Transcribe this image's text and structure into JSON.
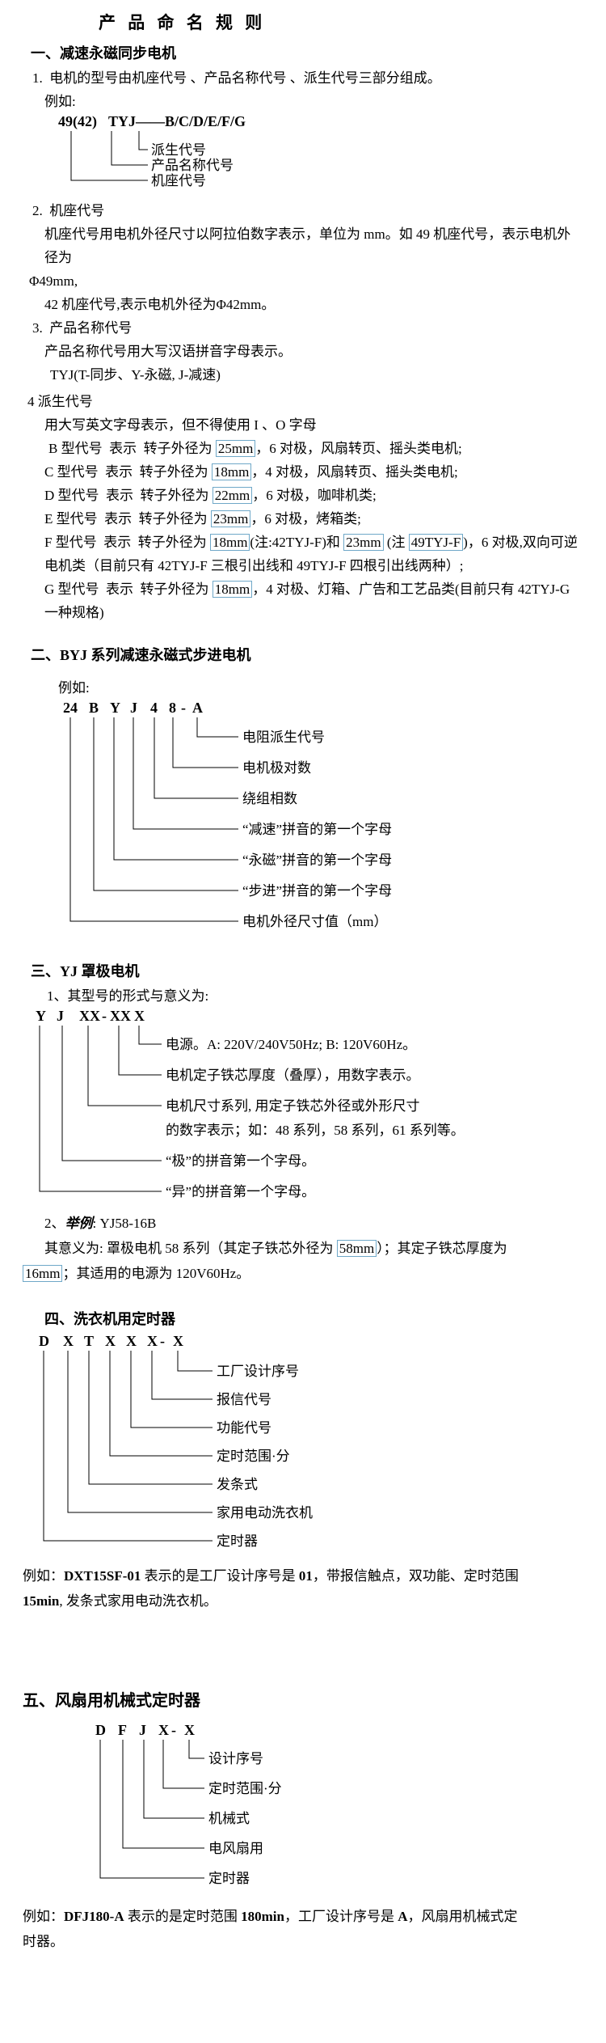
{
  "page": {
    "title": "产 品 命 名 规 则"
  },
  "section1": {
    "heading": "一、减速永磁同步电机",
    "intro": "1.  电机的型号由机座代号 、产品名称代号 、派生代号三部分组成。",
    "example_label": "例如:",
    "diagram": {
      "code_base": "49(42)",
      "code_name": "TYJ——B/C/D/E/F/G",
      "labels": [
        "派生代号",
        "产品名称代号",
        "机座代号"
      ]
    },
    "items": [
      {
        "segments": [
          {
            "t": "2.  机座代号"
          }
        ]
      },
      {
        "segments": [
          {
            "t": "机座代号用电机外径尺寸以阿拉伯数字表示，单位为 mm。如 49 机座代号，表示电机外径为"
          }
        ]
      },
      {
        "segments": [
          {
            "t": "Φ49mm,"
          }
        ]
      },
      {
        "segments": [
          {
            "t": "42 机座代号,表示电机外径为Φ42mm。"
          }
        ]
      },
      {
        "segments": [
          {
            "t": "3.  产品名称代号"
          }
        ]
      },
      {
        "segments": [
          {
            "t": "产品名称代号用大写汉语拼音字母表示。"
          }
        ]
      },
      {
        "segments": [
          {
            "t": "TYJ(T-同步、Y-永磁, J-减速)"
          }
        ]
      },
      {
        "segments": [
          {
            "t": "4 派生代号"
          }
        ]
      },
      {
        "segments": [
          {
            "t": "用大写英文字母表示，但不得使用 I 、O 字母"
          }
        ]
      },
      {
        "segments": [
          {
            "t": "B 型代号  表示  转子外径为 "
          },
          {
            "t": "25mm",
            "box": true
          },
          {
            "t": "，6 对极，风扇转页、摇头类电机;"
          }
        ]
      },
      {
        "segments": [
          {
            "t": "C 型代号  表示  转子外径为 "
          },
          {
            "t": "18mm",
            "box": true
          },
          {
            "t": "，4 对极，风扇转页、摇头类电机;"
          }
        ]
      },
      {
        "segments": [
          {
            "t": "D 型代号  表示  转子外径为 "
          },
          {
            "t": "22mm",
            "box": true
          },
          {
            "t": "，6 对极，咖啡机类;"
          }
        ]
      },
      {
        "segments": [
          {
            "t": "E 型代号  表示  转子外径为 "
          },
          {
            "t": "23mm",
            "box": true
          },
          {
            "t": "，6 对极，烤箱类;"
          }
        ]
      },
      {
        "segments": [
          {
            "t": "F 型代号  表示  转子外径为 "
          },
          {
            "t": "18mm",
            "box": true
          },
          {
            "t": "(注:42TYJ-F)和 "
          },
          {
            "t": "23mm",
            "box": true
          },
          {
            "t": " (注 "
          },
          {
            "t": "49TYJ-F",
            "box": true
          },
          {
            "t": ")，6 对极,双向可逆电机类（目前只有 42TYJ-F 三根引出线和 49TYJ-F 四根引出线两种）;"
          }
        ]
      },
      {
        "segments": [
          {
            "t": "G 型代号  表示  转子外径为 "
          },
          {
            "t": "18mm",
            "box": true
          },
          {
            "t": "，4 对极、灯箱、广告和工艺品类(目前只有 42TYJ-G 一种规格)"
          }
        ]
      }
    ]
  },
  "section2": {
    "heading": "二、BYJ 系列减速永磁式步进电机",
    "example_label": "例如:",
    "diagram": {
      "code": [
        "24",
        "B",
        "Y",
        "J",
        "4",
        "8",
        "-",
        "A"
      ],
      "labels": [
        "电阻派生代号",
        "电机极对数",
        "绕组相数",
        "“减速”拼音的第一个字母",
        "“永磁”拼音的第一个字母",
        "“步进”拼音的第一个字母",
        "电机外径尺寸值（mm）"
      ]
    }
  },
  "section3": {
    "heading": "三、YJ 罩极电机",
    "subheading": "1、其型号的形式与意义为:",
    "diagram": {
      "code": [
        "Y",
        "J",
        "XX",
        "-",
        "XX",
        "X"
      ],
      "labels": [
        "电源。A: 220V/240V50Hz; B: 120V60Hz。",
        "电机定子铁芯厚度（叠厚），用数字表示。",
        "电机尺寸系列, 用定子铁芯外径或外形尺寸",
        "的数字表示；如：48 系列，58 系列，61 系列等。",
        "“极”的拼音第一个字母。",
        "“异”的拼音第一个字母。"
      ]
    },
    "example": {
      "segments": [
        {
          "t": "2、"
        },
        {
          "t": "举例",
          "b": true,
          "i": true
        },
        {
          "t": ": YJ58-16B"
        }
      ]
    },
    "meaning_line1": {
      "segments": [
        {
          "t": "其意义为: 罩极电机 58 系列（其定子铁芯外径为 "
        },
        {
          "t": "58mm",
          "box": true
        },
        {
          "t": "）；其定子铁芯厚度为"
        }
      ]
    },
    "meaning_line2": {
      "segments": [
        {
          "t": "16mm",
          "box": true
        },
        {
          "t": "；其适用的电源为 120V60Hz。"
        }
      ]
    }
  },
  "section4": {
    "heading": "四、洗衣机用定时器",
    "diagram": {
      "code": [
        "D",
        "X",
        "T",
        "X",
        "X",
        "X",
        "-",
        "X"
      ],
      "labels": [
        "工厂设计序号",
        "报信代号",
        "功能代号",
        "定时范围·分",
        "发条式",
        "家用电动洗衣机",
        "定时器"
      ]
    },
    "example_line1": {
      "segments": [
        {
          "t": "例如："
        },
        {
          "t": "DXT15SF-01",
          "b": true
        },
        {
          "t": " 表示的是工厂设计序号是 "
        },
        {
          "t": "01",
          "b": true
        },
        {
          "t": "，带报信触点，双功能、定时范围"
        }
      ]
    },
    "example_line2": {
      "segments": [
        {
          "t": "15min",
          "b": true
        },
        {
          "t": ", 发条式家用电动洗衣机。"
        }
      ]
    }
  },
  "section5": {
    "heading": "五、风扇用机械式定时器",
    "diagram": {
      "code": [
        "D",
        "F",
        "J",
        "X",
        "-",
        "X"
      ],
      "labels": [
        "设计序号",
        "定时范围·分",
        "机械式",
        "电风扇用",
        "定时器"
      ]
    },
    "example_line1": {
      "segments": [
        {
          "t": "例如："
        },
        {
          "t": "DFJ180-A",
          "b": true
        },
        {
          "t": " 表示的是定时范围 "
        },
        {
          "t": "180min",
          "b": true
        },
        {
          "t": "，工厂设计序号是 "
        },
        {
          "t": "A",
          "b": true
        },
        {
          "t": "，风扇用机械式定"
        }
      ]
    },
    "example_line2": {
      "segments": [
        {
          "t": "时器。"
        }
      ]
    }
  }
}
